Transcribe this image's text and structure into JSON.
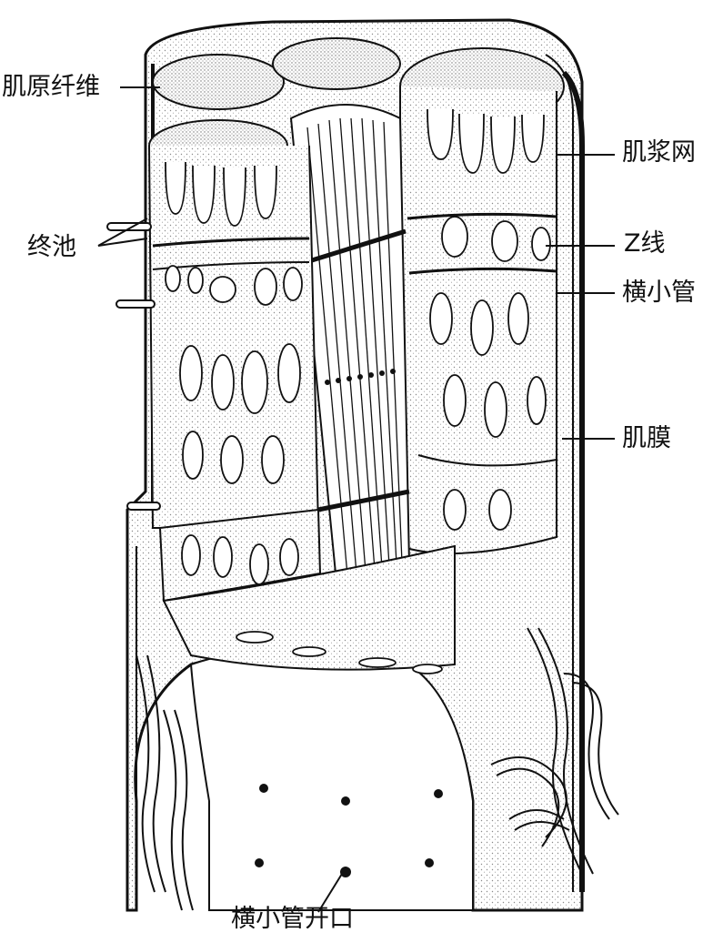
{
  "labels": {
    "myofibril": "肌原纤维",
    "sarcoplasmic_reticulum": "肌浆网",
    "terminal_cisterna": "终池",
    "z_line": "Z线",
    "t_tubule": "横小管",
    "sarcolemma": "肌膜",
    "t_tubule_opening": "横小管开口"
  },
  "colors": {
    "ink": "#111111",
    "paper": "#ffffff",
    "stipple": "#9a9a9a"
  }
}
